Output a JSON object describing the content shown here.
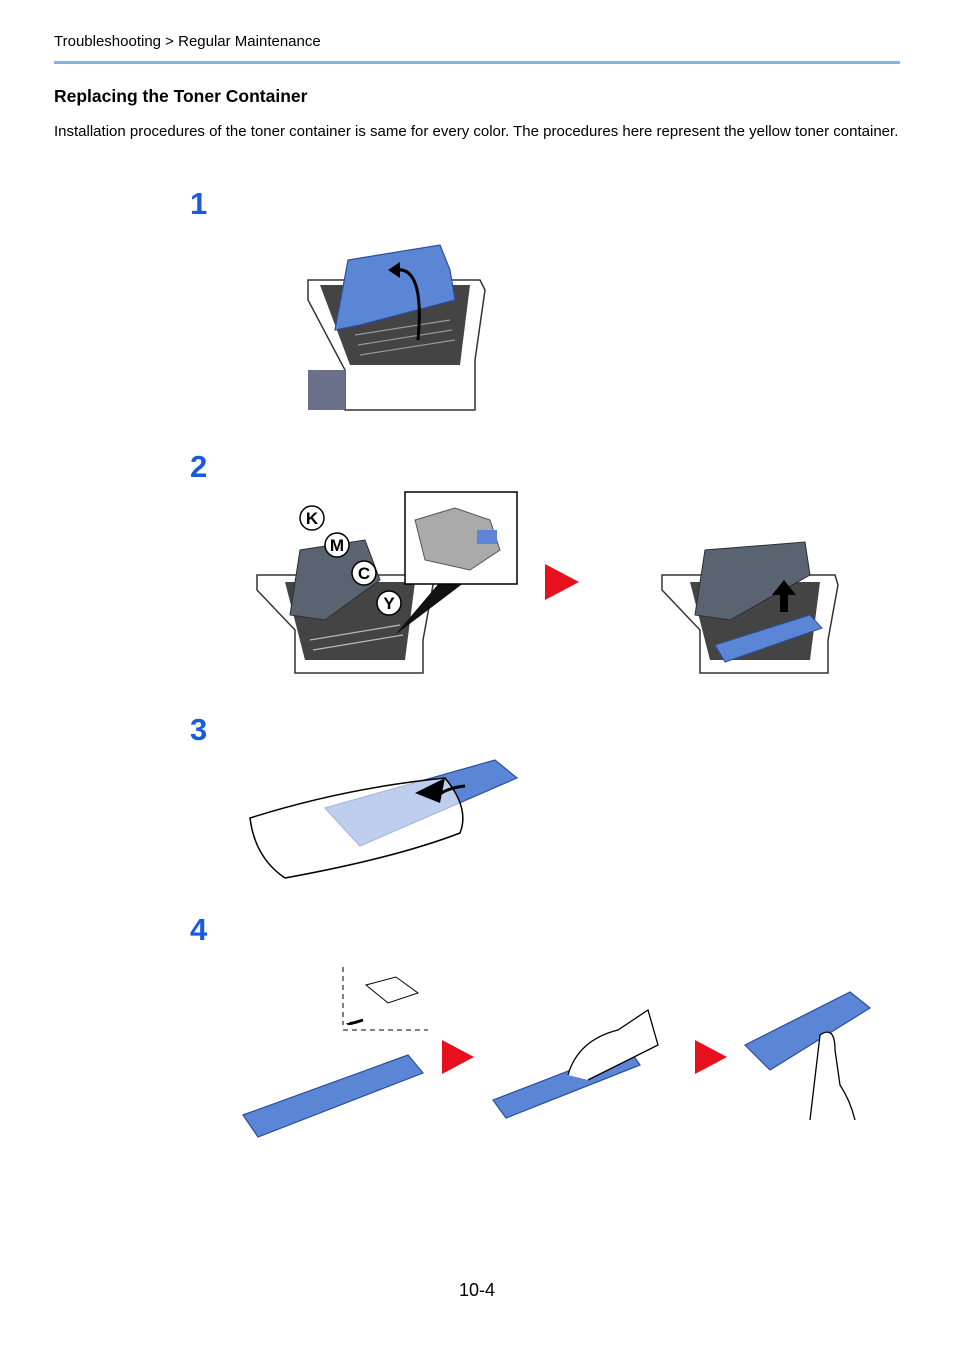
{
  "header": {
    "breadcrumb": "Troubleshooting > Regular Maintenance"
  },
  "section": {
    "title": "Replacing the Toner Container",
    "intro": "Installation procedures of the toner container is same for every color. The procedures here represent the yellow toner container."
  },
  "steps": [
    {
      "number": "1"
    },
    {
      "number": "2",
      "callouts": [
        "K",
        "M",
        "C",
        "Y"
      ]
    },
    {
      "number": "3"
    },
    {
      "number": "4"
    }
  ],
  "footer": {
    "page_number": "10-4"
  },
  "colors": {
    "accent_blue": "#1a5ae0",
    "toner_blue": "#5b86d6",
    "arrow_red": "#e8101c",
    "rule_blue": "#8ab0e6"
  }
}
